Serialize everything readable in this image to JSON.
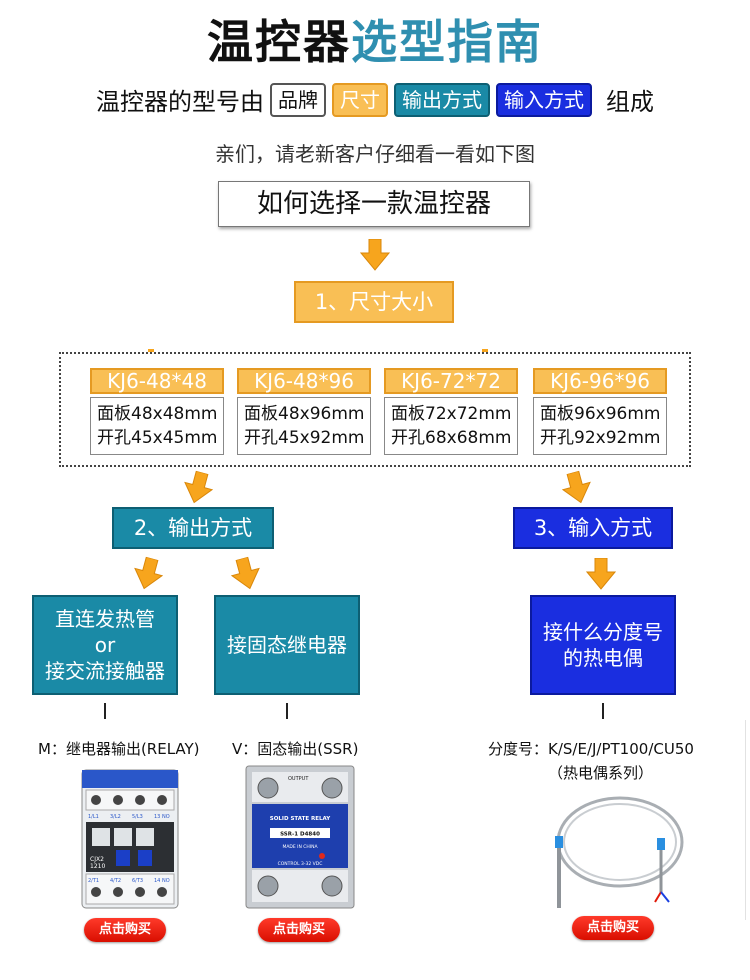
{
  "title": {
    "part1": "温控器",
    "part2": "选型指南"
  },
  "subtitle": {
    "prefix": "温控器的型号由",
    "chip_brand": "品牌",
    "chip_size": "尺寸",
    "chip_output": "输出方式",
    "chip_input": "输入方式",
    "suffix": "组成"
  },
  "note": "亲们，请老新客户仔细看一看如下图",
  "howto": "如何选择一款温控器",
  "step1": "1、尺寸大小",
  "sizes": [
    {
      "model": "KJ6-48*48",
      "panel": "面板48x48mm",
      "hole": "开孔45x45mm"
    },
    {
      "model": "KJ6-48*96",
      "panel": "面板48x96mm",
      "hole": "开孔45x92mm"
    },
    {
      "model": "KJ6-72*72",
      "panel": "面板72x72mm",
      "hole": "开孔68x68mm"
    },
    {
      "model": "KJ6-96*96",
      "panel": "面板96x96mm",
      "hole": "开孔92x92mm"
    }
  ],
  "step2": "2、输出方式",
  "step3": "3、输入方式",
  "output_options": [
    {
      "line1": "直连发热管",
      "line2": "or",
      "line3": "接交流接触器"
    },
    {
      "line1": "接固态继电器"
    }
  ],
  "input_option": {
    "line1": "接什么分度号",
    "line2": "的热电偶"
  },
  "captions": {
    "relay": "M：继电器输出(RELAY)",
    "ssr": "V：固态输出(SSR)",
    "input_line1": "分度号：K/S/E/J/PT100/CU50",
    "input_line2": "（热电偶系列）"
  },
  "product_text": {
    "contactor_model": "CJX2",
    "contactor_code": "1210",
    "contactor_terminals": [
      "1/L1",
      "3/L2",
      "5/L3",
      "13 NO",
      "2/T1",
      "4/T2",
      "6/T3",
      "14 NO"
    ],
    "ssr_output": "OUTPUT",
    "ssr_title": "SOLID STATE RELAY",
    "ssr_model": "SSR-1 D4840",
    "ssr_origin": "MADE IN CHINA",
    "ssr_control": "CONTROL 3-32 VDC"
  },
  "buy_label": "点击购买",
  "colors": {
    "accent_title": "#2f8fb0",
    "size_orange": "#f9bf55",
    "output_teal": "#1a8aa6",
    "input_blue": "#1a2ee0",
    "buy_red": "#e01a0a"
  }
}
